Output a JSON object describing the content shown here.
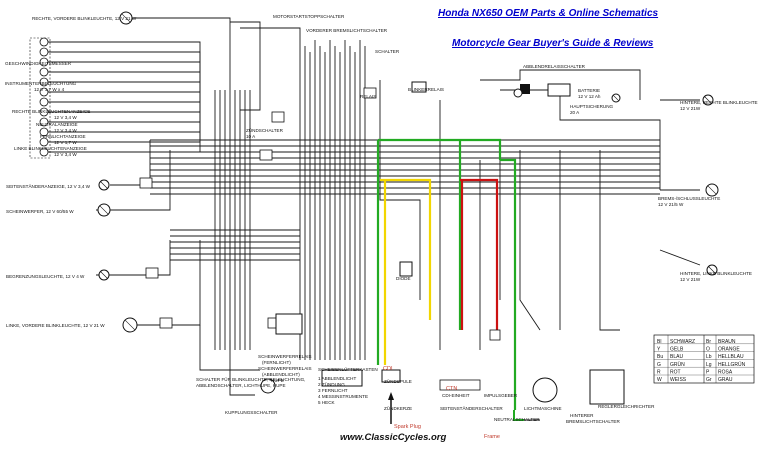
{
  "links": {
    "parts": "Honda NX650 OEM Parts & Online Schematics",
    "gear": "Motorcycle Gear Buyer's Guide & Reviews"
  },
  "footer": {
    "site": "www.ClassicCycles.org"
  },
  "labels": {
    "front_right_blinker": "RECHTE, VORDERE BLINKLEUCHTE, 12 V 21 W",
    "motor_stop": "MOTORSTARTSTOPPSCHALTER",
    "front_brake": "VORDERER BREMSLICHTSCHALTER",
    "front_brake_sub": "SCHALTER",
    "relay_top": "ABBLENDRELAISSCHALTER",
    "battery": "BATTERIE",
    "battery_v": "12 V 12 Ah",
    "main_fuse": "HAUPTSICHERUNG",
    "main_fuse_a": "20 A",
    "rear_right_blinker": "HINTERE, RECHTE BLINKLEUCHTE",
    "rear_right_blinker_w": "12 V 21W",
    "tacho": "GESCHWINDIGKEITSMESSER",
    "instrument": "INSTRUMENTENBELEUCHTUNG",
    "instrument_w": "12 V 1,7 W x 4",
    "right_ind": "RECHTE BLINKLEUCHTENANZEIGE",
    "right_ind_w": "12 V 3,4 W",
    "neutral": "NEUTRALANZEIGE",
    "neutral_w": "12 V 3,4 W",
    "high_beam": "FERNLICHTANZEIGE",
    "high_beam_w": "12 V 1,7 W",
    "left_ind": "LINKE BLINKLEUCHTENANZEIGE",
    "left_ind_w": "12 V 3,4 W",
    "sidestand": "SEITENSTÄNDERANZEIGE, 12 V 3,4 W",
    "headlight": "SCHEINWERFER, 12 V 60/55 W",
    "parking": "BEGRENZUNGSLEUCHTE, 12 V 4 W",
    "front_left_blinker": "LINKE, VORDERE BLINKLEUCHTE, 12 V 21 W",
    "brake_tail": "BREMS-/SCHLUSSLEUCHTE",
    "brake_tail_w": "12 V 21/5 W",
    "rear_left_blinker": "HINTERE, LINKE BLINKLEUCHTE",
    "rear_left_blinker_w": "12 V 21W",
    "blinker_relay": "BLINKERRELAIS",
    "diode": "DIODE",
    "clutch_switch": "KUPPLUNGSSCHALTER",
    "switch_desc_1": "SCHALTER FÜR BLINKLEUCHTE, BELEUCHTUNG,",
    "switch_desc_2": "ABBLENDSCHALTER, LICHTHUPE, HUPE",
    "horn": "HUPE",
    "headlight_relay_1": "SCHEINWERFERRELAIS",
    "headlight_relay_2": "(FERNLICHT)",
    "headlight_relay_3": "SCHEINWERFERRELAIS",
    "headlight_relay_4": "(ABBLENDLICHT)",
    "connector_box": "SCHEIBENLÜFTERKASTEN",
    "cdi": "CDI",
    "ignition_coil": "ZÜNDSPULE",
    "spark_plug_de": "ZÜNDKERZE",
    "spark_plug": "Spark Plug",
    "sidestand_switch": "SEITENSTÄNDERSCHALTER",
    "pulse_gen": "IMPULSGEBER",
    "ctn": "CTN",
    "cdi_unit": "CDI-EINHEIT",
    "alternator": "LICHTMASCHINE",
    "neutral_switch": "NEUTRALSCHALTER",
    "rear_brake_switch_1": "HINTERER",
    "rear_brake_switch_2": "BREMSLICHTSCHALTER",
    "regulator": "REGLERGLEICHRICHTER",
    "frame": "Frame",
    "main_switch": "ZÜNDSCHALTER",
    "fuse_10a": "10 A",
    "relay_small": "RELAIS",
    "legend_items": [
      "1 ABBLENDLICHT",
      "2 ZÜNDUNG",
      "3 FERNLICHT",
      "4 MESSINSTRUMENTE",
      "5 HECK"
    ]
  },
  "color_legend": [
    [
      "Bl",
      "SCHWARZ",
      "Br",
      "BRAUN"
    ],
    [
      "Y",
      "GELB",
      "O",
      "ORANGE"
    ],
    [
      "Bu",
      "BLAU",
      "Lb",
      "HELLBLAU"
    ],
    [
      "G",
      "GRÜN",
      "Lg",
      "HELLGRÜN"
    ],
    [
      "R",
      "ROT",
      "P",
      "ROSA"
    ],
    [
      "W",
      "WEISS",
      "Gr",
      "GRAU"
    ]
  ],
  "colors": {
    "wire": "#1a1a1a",
    "yellow_wire": "#f2d600",
    "green_wire": "#22aa22",
    "red_wire": "#cc1111",
    "link": "#0000cc"
  }
}
